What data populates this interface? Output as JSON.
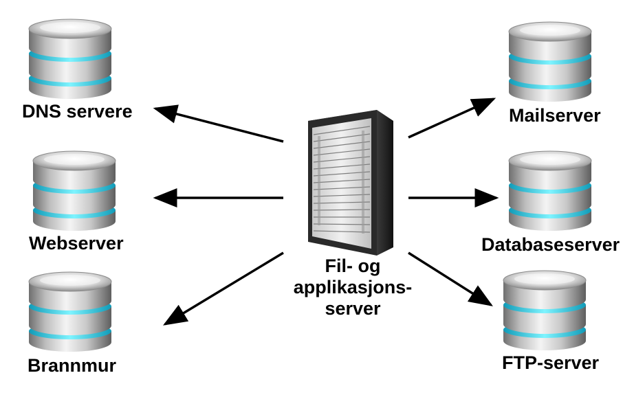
{
  "diagram": {
    "center": {
      "icon": "server-rack-icon",
      "label_lines": [
        "Fil- og",
        "applikasjons-",
        "server"
      ]
    },
    "nodes": [
      {
        "id": "dns",
        "label": "DNS servere",
        "icon": "database-icon"
      },
      {
        "id": "web",
        "label": "Webserver",
        "icon": "database-icon"
      },
      {
        "id": "firewall",
        "label": "Brannmur",
        "icon": "database-icon"
      },
      {
        "id": "mail",
        "label": "Mailserver",
        "icon": "database-icon"
      },
      {
        "id": "database",
        "label": "Databaseserver",
        "icon": "database-icon"
      },
      {
        "id": "ftp",
        "label": "FTP-server",
        "icon": "database-icon"
      }
    ],
    "colors": {
      "arrow": "#000000",
      "ring_glow": "#2fe0ff",
      "metal_light": "#f2f2f2",
      "metal_dark": "#6f6f6f",
      "rack_dark": "#2a2a2a"
    }
  }
}
